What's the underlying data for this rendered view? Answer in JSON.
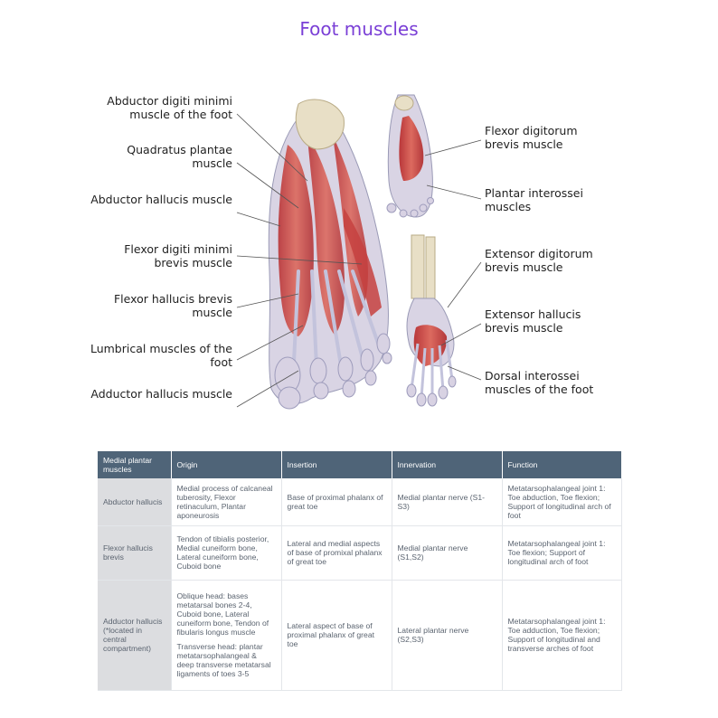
{
  "title": "Foot muscles",
  "labels_left": [
    "Abductor digiti minimi muscle of the foot",
    "Quadratus plantae muscle",
    "Abductor hallucis muscle",
    "Flexor digiti minimi brevis muscle",
    "Flexor hallucis brevis muscle",
    "Lumbrical muscles of the foot",
    "Adductor hallucis muscle"
  ],
  "labels_right": [
    "Flexor digitorum brevis muscle",
    "Plantar interossei muscles",
    "Extensor digitorum brevis muscle",
    "Extensor hallucis brevis muscle",
    "Dorsal interossei muscles of the foot"
  ],
  "table": {
    "headers": [
      "Medial plantar muscles",
      "Origin",
      "Insertion",
      "Innervation",
      "Function"
    ],
    "rows": [
      {
        "muscle": "Abductor hallucis",
        "origin": "Medial process of calcaneal tuberosity, Flexor retinaculum, Plantar aponeurosis",
        "insertion": "Base of proximal phalanx of great toe",
        "innervation": "Medial plantar nerve (S1-S3)",
        "function": "Metatarsophalangeal joint 1: Toe abduction, Toe flexion; Support of longitudinal arch of foot"
      },
      {
        "muscle": "Flexor hallucis brevis",
        "origin": "Tendon of tibialis posterior, Medial cuneiform bone, Lateral cuneiform bone, Cuboid bone",
        "insertion": "Lateral and medial aspects of base of promixal phalanx of great toe",
        "innervation": "Medial plantar nerve (S1,S2)",
        "function": "Metatarsophalangeal joint 1: Toe flexion; Support of longitudinal arch of foot"
      },
      {
        "muscle": "Adductor hallucis (*located in central compartment)",
        "origin": "Oblique head: bases metatarsal bones 2-4, Cuboid bone, Lateral cuneiform bone, Tendon of fibularis longus muscle",
        "origin2": "Transverse head: plantar metatarsophalangeal & deep transverse metatarsal ligaments of toes 3-5",
        "insertion": "Lateral aspect of base of proximal phalanx of great toe",
        "innervation": "Lateral plantar nerve (S2,S3)",
        "function": "Metatarsophalangeal joint 1: Toe adduction, Toe flexion; Support of longitudinal and transverse arches of foot"
      }
    ]
  },
  "colors": {
    "title": "#7a3fd6",
    "header_bg": "#4f6478",
    "muscle": "#c9453f",
    "tendon": "#c7c9df",
    "bone": "#e6dcc3"
  }
}
